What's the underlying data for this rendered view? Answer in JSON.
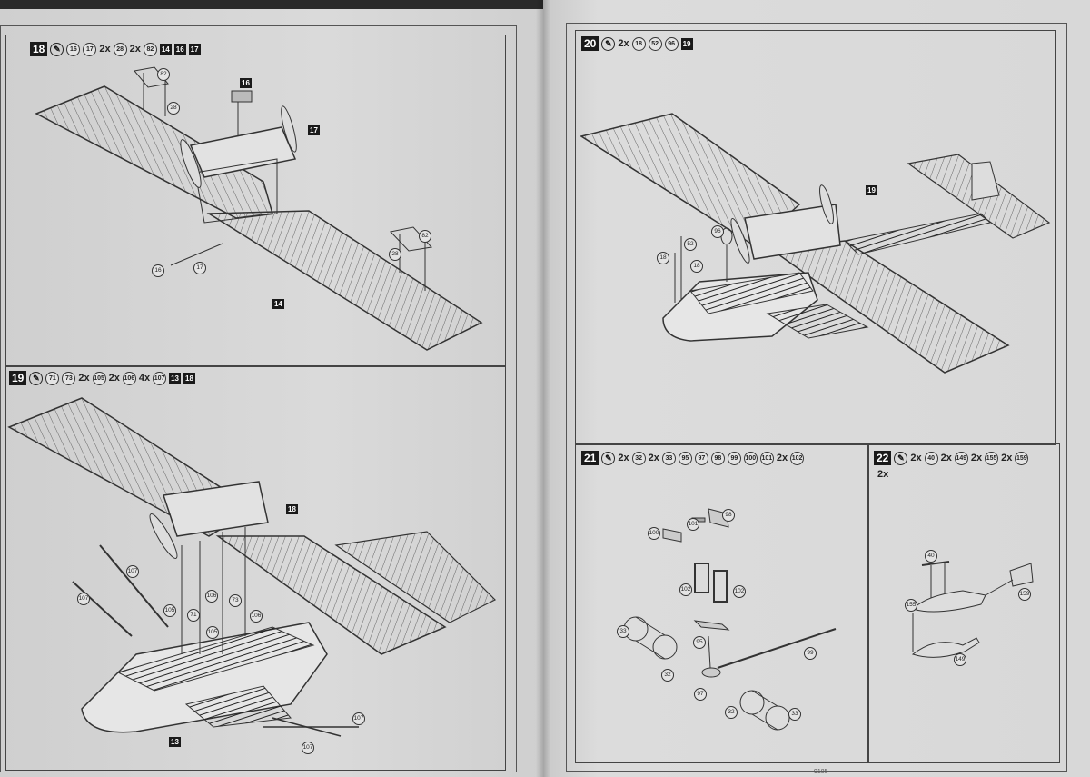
{
  "document": {
    "type": "model kit assembly instructions",
    "footer_text": "9185"
  },
  "steps": [
    {
      "number": "18",
      "glue_icon": "cement-icon",
      "parts": [
        {
          "qty": "",
          "id": "16",
          "kind": "part"
        },
        {
          "qty": "",
          "id": "17",
          "kind": "part"
        },
        {
          "qty": "2x",
          "id": "28",
          "kind": "part"
        },
        {
          "qty": "2x",
          "id": "82",
          "kind": "part"
        }
      ],
      "refs": [
        "14",
        "16",
        "17"
      ],
      "callouts": {
        "p82a": "82",
        "p28a": "28",
        "ref16": "16",
        "ref17": "17",
        "p82b": "82",
        "p28b": "28",
        "p16": "16",
        "p17": "17",
        "ref14": "14"
      }
    },
    {
      "number": "19",
      "glue_icon": "cement-icon",
      "parts": [
        {
          "qty": "",
          "id": "71",
          "kind": "part"
        },
        {
          "qty": "",
          "id": "73",
          "kind": "part"
        },
        {
          "qty": "2x",
          "id": "105",
          "kind": "part"
        },
        {
          "qty": "2x",
          "id": "106",
          "kind": "part"
        },
        {
          "qty": "4x",
          "id": "107",
          "kind": "part"
        }
      ],
      "refs": [
        "13",
        "18"
      ],
      "callouts": {
        "ref18": "18",
        "p107a": "107",
        "p107b": "107",
        "p105a": "105",
        "p71": "71",
        "p106a": "106",
        "p73": "73",
        "p106b": "106",
        "p105b": "105",
        "p107c": "107",
        "p107d": "107",
        "ref13": "13"
      }
    },
    {
      "number": "20",
      "glue_icon": "cement-icon",
      "parts": [
        {
          "qty": "2x",
          "id": "18",
          "kind": "part"
        },
        {
          "qty": "",
          "id": "52",
          "kind": "part"
        },
        {
          "qty": "",
          "id": "96",
          "kind": "part"
        }
      ],
      "refs": [
        "19"
      ],
      "callouts": {
        "ref19": "19",
        "p96": "96",
        "p52": "52",
        "p18a": "18",
        "p18b": "18"
      }
    },
    {
      "number": "21",
      "glue_icon": "cement-icon",
      "parts": [
        {
          "qty": "2x",
          "id": "32",
          "kind": "part"
        },
        {
          "qty": "2x",
          "id": "33",
          "kind": "part"
        },
        {
          "qty": "",
          "id": "95",
          "kind": "part"
        },
        {
          "qty": "",
          "id": "97",
          "kind": "part"
        },
        {
          "qty": "",
          "id": "98",
          "kind": "part"
        },
        {
          "qty": "",
          "id": "99",
          "kind": "part"
        },
        {
          "qty": "",
          "id": "100",
          "kind": "part"
        },
        {
          "qty": "",
          "id": "101",
          "kind": "part"
        },
        {
          "qty": "2x",
          "id": "102",
          "kind": "part"
        }
      ],
      "refs": [],
      "callouts": {
        "p98": "98",
        "p101": "101",
        "p100": "100",
        "p102a": "102",
        "p102b": "102",
        "p95": "95",
        "p99": "99",
        "p33a": "33",
        "p32a": "32",
        "p97": "97",
        "p32b": "32",
        "p33b": "33"
      }
    },
    {
      "number": "22",
      "glue_icon": "cement-icon",
      "parts": [
        {
          "qty": "2x",
          "id": "40",
          "kind": "part"
        },
        {
          "qty": "2x",
          "id": "149",
          "kind": "part"
        },
        {
          "qty": "2x",
          "id": "155",
          "kind": "part"
        },
        {
          "qty": "2x",
          "id": "159",
          "kind": "part"
        }
      ],
      "trailing_qty": "2x",
      "refs": [],
      "callouts": {
        "p40": "40",
        "p155": "155",
        "p159": "159",
        "p149": "149"
      }
    }
  ]
}
